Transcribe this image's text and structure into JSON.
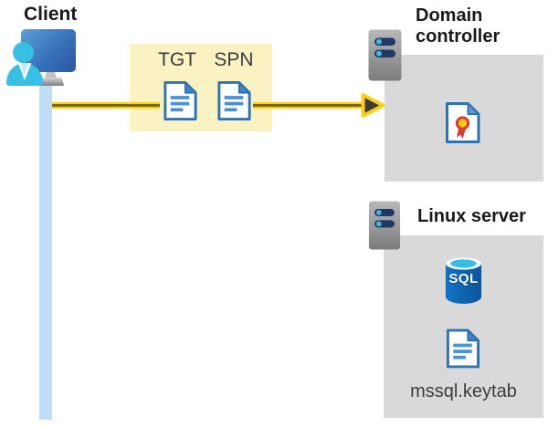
{
  "client": {
    "label": "Client"
  },
  "request": {
    "tgt_label": "TGT",
    "spn_label": "SPN"
  },
  "domain_controller": {
    "label": "Domain controller"
  },
  "linux_server": {
    "label": "Linux server",
    "sql_label": "SQL",
    "keytab_label": "mssql.keytab"
  },
  "colors": {
    "highlight_box": "#fbf2c4",
    "panel_gray": "#d9d9d9",
    "arrow_yellow": "#fdd017",
    "arrow_stripe": "#7a6a08",
    "arrowhead_fill": "#3c3c3c",
    "client_line_blue": "#c1dcf8",
    "doc_border_blue": "#2e74b5",
    "doc_line_blue": "#4a90d9",
    "person_cyan": "#38bfe4",
    "monitor_blue": "#2a57a0",
    "server_pill_navy": "#1f3864",
    "server_dot_cyan": "#41b9e1",
    "sql_body_blue": "#1065ae",
    "sql_top_cyan": "#35bee4",
    "cert_red": "#d93a32",
    "cert_yellow": "#ffc913"
  }
}
